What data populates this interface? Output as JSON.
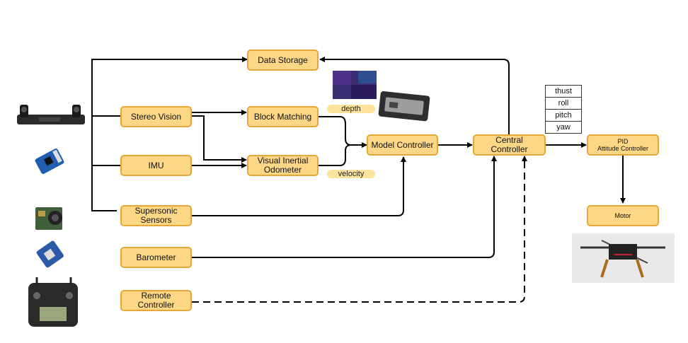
{
  "nodes": {
    "data_storage": "Data Storage",
    "stereo_vision": "Stereo Vision",
    "block_matching": "Block Matching",
    "imu": "IMU",
    "visual_inertial_odometer": [
      "Visual Inertial",
      "Odometer"
    ],
    "model_controller": "Model Controller",
    "central_controller": [
      "Central",
      "Controller"
    ],
    "supersonic_sensors": [
      "Supersonic",
      "Sensors"
    ],
    "barometer": "Barometer",
    "remote_controller": [
      "Remote",
      "Controller"
    ],
    "pid_attitude_controller": [
      "PID",
      "Attitude Controller"
    ],
    "motor": "Motor"
  },
  "labels": {
    "depth": "depth",
    "velocity": "velocity"
  },
  "commands": [
    "thust",
    "roll",
    "pitch",
    "yaw"
  ],
  "pictures": {
    "stereo_camera": "stereo-camera",
    "imu_board": "imu-board",
    "ultrasonic_sensor": "ultrasonic-sensor",
    "barometer_board": "barometer-board",
    "rc_transmitter": "rc-transmitter",
    "depth_map": "depth-map",
    "compute_module": "compute-module",
    "quadcopter": "quadcopter"
  },
  "colors": {
    "node_fill": "#fdd686",
    "node_border": "#e4a839",
    "edge": "#000000"
  }
}
